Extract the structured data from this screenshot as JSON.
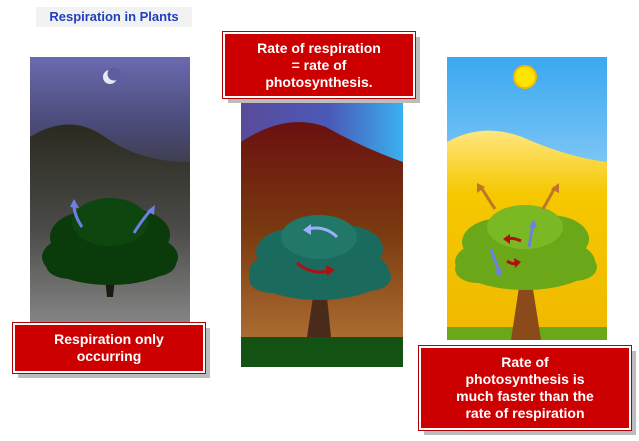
{
  "title": "Respiration in Plants",
  "colors": {
    "callout_bg": "#cc0000",
    "title_text": "#1f3fbf",
    "night_tree": "#0b3a0b",
    "dusk_tree": "#1a6a5e",
    "day_tree": "#6aa81a",
    "respiration_arrow": "#6f7fe6",
    "photosynthesis_arrow": "#b01010",
    "oxygen_arrow": "#c0742a"
  },
  "panels": [
    {
      "id": "night",
      "caption_lines": [
        "Respiration only",
        "occurring"
      ],
      "celestial": "moon-icon"
    },
    {
      "id": "dusk",
      "caption_lines": [
        "Rate of respiration",
        "= rate of",
        "photosynthesis."
      ],
      "celestial": "none"
    },
    {
      "id": "day",
      "caption_lines": [
        "Rate of",
        "photosynthesis is",
        "much faster than the",
        "rate of respiration"
      ],
      "celestial": "sun-icon"
    }
  ]
}
